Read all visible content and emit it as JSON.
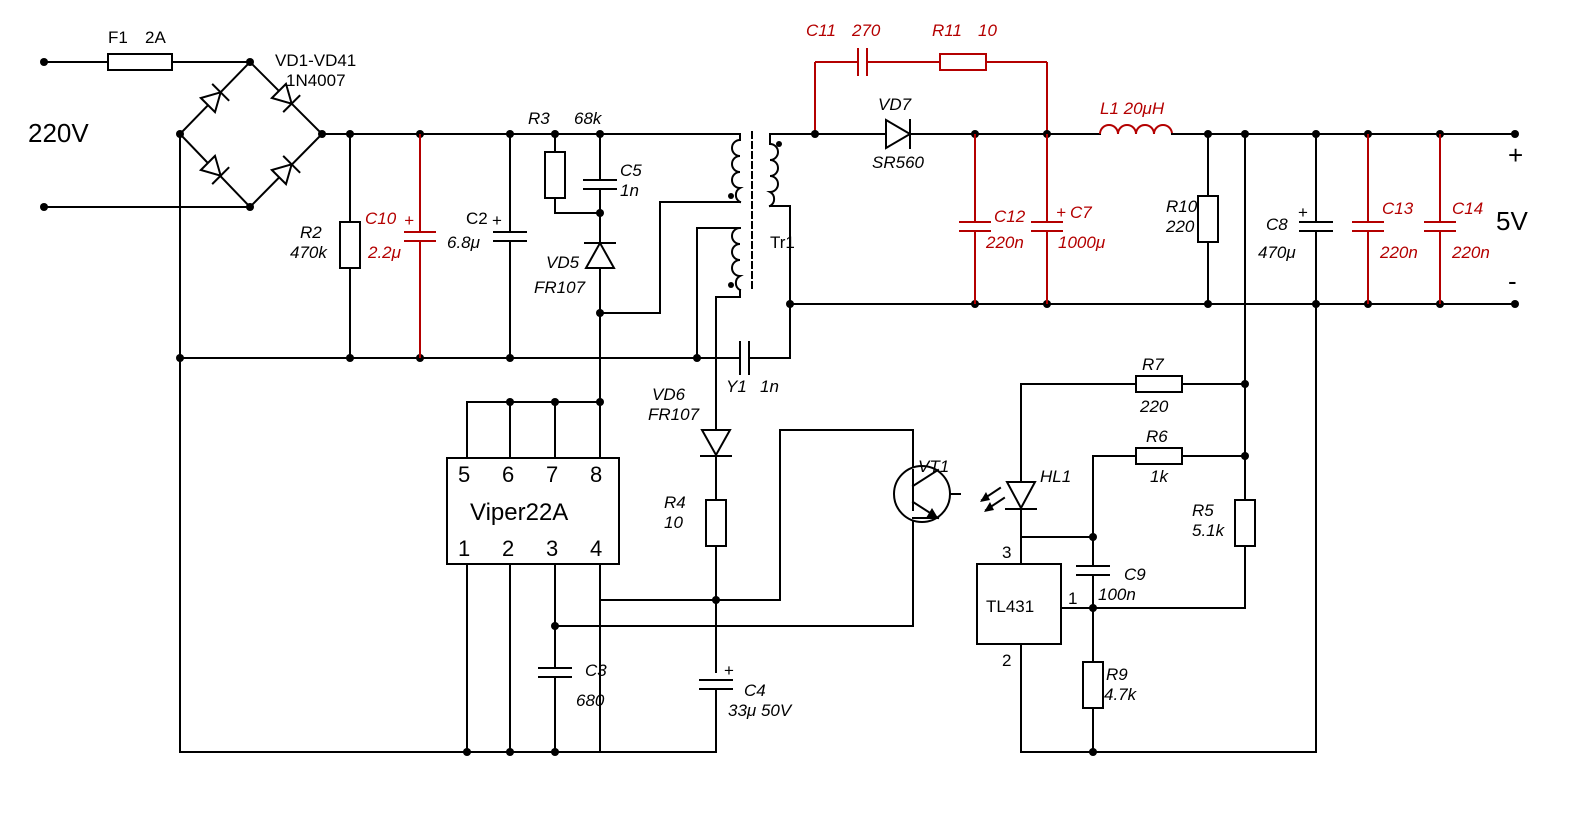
{
  "labels": {
    "f1": "F1",
    "f1_val": "2A",
    "bridge": "VD1-VD41",
    "bridge_val": "1N4007",
    "mains": "220V",
    "r2": "R2",
    "r2_val": "470k",
    "c10": "C10",
    "c10_val": "2.2μ",
    "c2": "C2",
    "c2_val": "6.8μ",
    "r3": "R3",
    "r3_val": "68k",
    "c5": "C5",
    "c5_val": "1n",
    "vd5": "VD5",
    "vd5_val": "FR107",
    "tr1": "Tr1",
    "c11": "C11",
    "c11_val": "270",
    "r11": "R11",
    "r11_val": "10",
    "vd7": "VD7",
    "vd7_val": "SR560",
    "l1": "L1 20μH",
    "c12": "C12",
    "c12_val": "220n",
    "c7": "C7",
    "c7_val": "1000μ",
    "r10": "R10",
    "r10_val": "220",
    "c8": "C8",
    "c8_val": "470μ",
    "c13": "C13",
    "c13_val": "220n",
    "c14": "C14",
    "c14_val": "220n",
    "out_v": "5V",
    "plus": "+",
    "minus": "-",
    "y1": "Y1",
    "y1_val": "1n",
    "vd6": "VD6",
    "vd6_val": "FR107",
    "r4": "R4",
    "r4_val": "10",
    "c3": "C3",
    "c3_val": "680",
    "c4": "C4",
    "c4_val": "33μ 50V",
    "vt1": "VT1",
    "hl1": "HL1",
    "r7": "R7",
    "r7_val": "220",
    "r6": "R6",
    "r6_val": "1k",
    "r5": "R5",
    "r5_val": "5.1k",
    "c9": "C9",
    "c9_val": "100n",
    "r9": "R9",
    "r9_val": "4.7k",
    "tl431": "TL431",
    "tl_pin3": "3",
    "tl_pin1": "1",
    "tl_pin2": "2",
    "viper": "Viper22A",
    "vp5": "5",
    "vp6": "6",
    "vp7": "7",
    "vp8": "8",
    "vp1": "1",
    "vp2": "2",
    "vp3": "3",
    "vp4": "4",
    "plus_mark": "+"
  },
  "colors": {
    "wire": "#000000",
    "snubber": "#b40000"
  }
}
